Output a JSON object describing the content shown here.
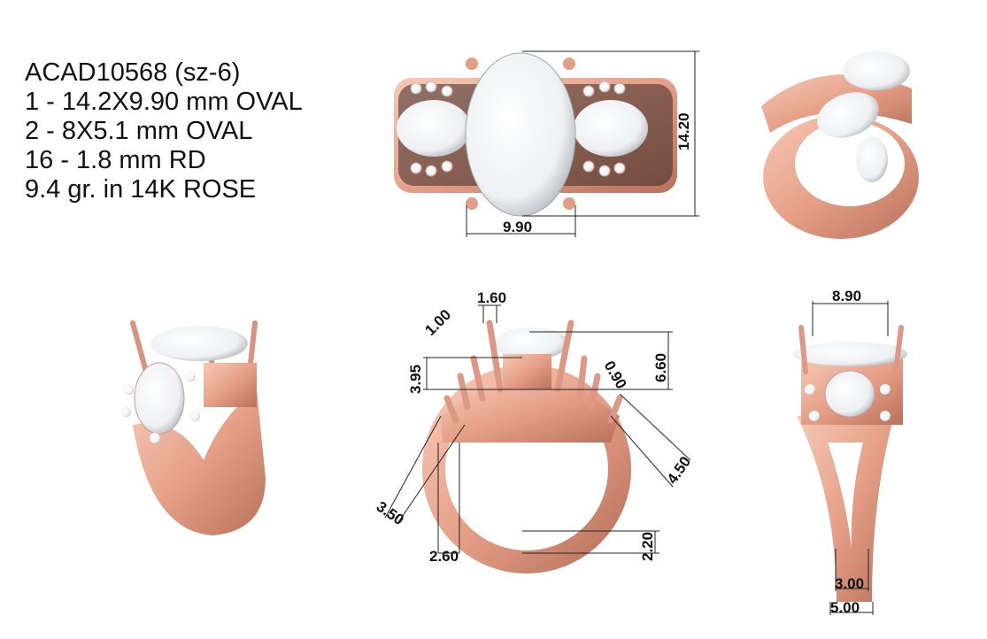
{
  "spec": {
    "model": "ACAD10568 (sz-6)",
    "center_stone": "1 - 14.2X9.90 mm OVAL",
    "side_stones": "2 - 8X5.1 mm OVAL",
    "accent_stones": "16 - 1.8 mm RD",
    "metal": "9.4 gr.  in 14K ROSE"
  },
  "colors": {
    "rose_gold": "#e9a68e",
    "rose_gold_dark": "#b8715c",
    "diamond": "#f4f6f8"
  },
  "top_view": {
    "length_dim": "14.20",
    "width_dim": "9.90"
  },
  "front_view": {
    "prong_width": "1.60",
    "accent_a": "1.00",
    "basket_height": "3.95",
    "accent_b": "0.90",
    "total_height": "6.60",
    "side_right": "4.50",
    "side_left": "3.50",
    "shank_width": "2.60",
    "shank_thickness": "2.20"
  },
  "side_view": {
    "top_width": "8.90",
    "shank_inner": "3.00",
    "shank_outer": "5.00"
  }
}
